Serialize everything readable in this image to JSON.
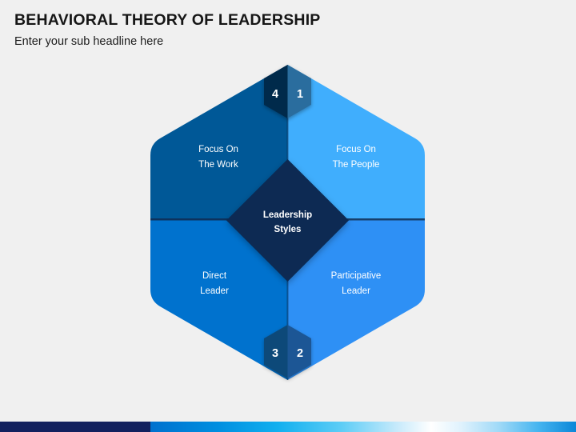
{
  "header": {
    "title": "BEHAVIORAL THEORY OF LEADERSHIP",
    "subtitle": "Enter your sub headline here"
  },
  "diagram": {
    "center": {
      "line1": "Leadership",
      "line2": "Styles",
      "color": "#0a2c52"
    },
    "segments": [
      {
        "id": "focus-on-the-people",
        "line1": "Focus On",
        "line2": "The People",
        "badge": "1",
        "color": "#41aefd",
        "badge_color": "#2b6d9e",
        "position": "top-right"
      },
      {
        "id": "participative-leader",
        "line1": "Participative",
        "line2": "Leader",
        "badge": "2",
        "color": "#2e90f5",
        "badge_color": "#1a5795",
        "position": "bottom-right"
      },
      {
        "id": "direct-leader",
        "line1": "Direct",
        "line2": "Leader",
        "badge": "3",
        "color": "#0072ce",
        "badge_color": "#104a79",
        "position": "bottom-left"
      },
      {
        "id": "focus-on-the-work",
        "line1": "Focus On",
        "line2": "The Work",
        "badge": "4",
        "color": "#005897",
        "badge_color": "#05294c",
        "position": "top-left"
      }
    ]
  },
  "footer": {
    "bar_navy_color": "#12205e",
    "bar_navy_width": "188"
  }
}
